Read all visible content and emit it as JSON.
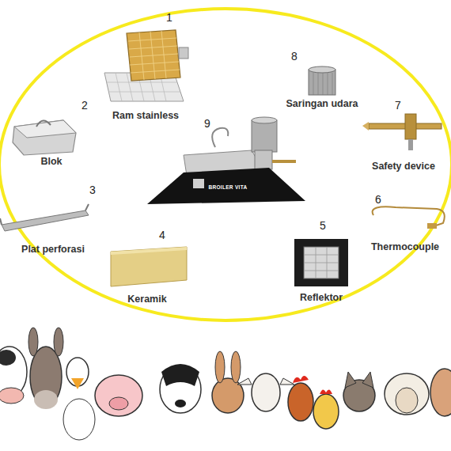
{
  "diagram": {
    "labels": [
      "1",
      "Ram stainless",
      "8",
      "Saringan udara",
      "2",
      "Blok",
      "9",
      "7",
      "Safety device",
      "BROILER VITA",
      "3",
      "Plat perforasi",
      "6",
      "Thermocouple",
      "4",
      "Keramik",
      "5",
      "Reflektor"
    ]
  }
}
